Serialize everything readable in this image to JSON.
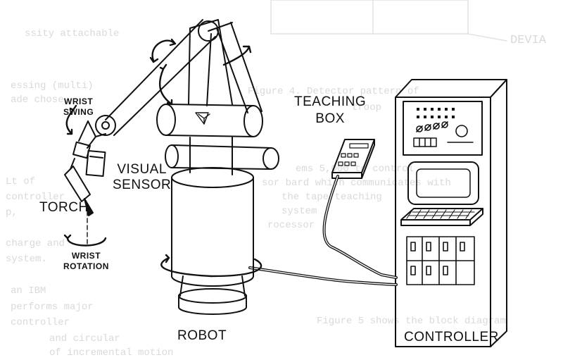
{
  "labels": {
    "wrist_swing_line1": "WRIST",
    "wrist_swing_line2": "SWING",
    "visual_sensor_line1": "VISUAL",
    "visual_sensor_line2": "SENSOR",
    "torch": "TORCH",
    "wrist_rotation_line1": "WRIST",
    "wrist_rotation_line2": "ROTATION",
    "teaching_box_line1": "TEACHING",
    "teaching_box_line2": "BOX",
    "robot": "ROBOT",
    "controller": "CONTROLLER"
  },
  "bleed_through_text": [
    "ssity attachable",
    "DEVIA",
    "essing (multi)",
    "ade     chose",
    "Figure 4.  Detector pattern of",
    "troop",
    "ems 5,000 to control",
    "sor bard which communicates with",
    "Lt of",
    "controller",
    "the  tape   teaching",
    "p,",
    "system",
    "rocessor",
    "charge and",
    "system.",
    "an IBM",
    "performs major",
    "controller",
    "Figure 5 shows  the block diagram",
    "and circular",
    "of incremental motion"
  ]
}
